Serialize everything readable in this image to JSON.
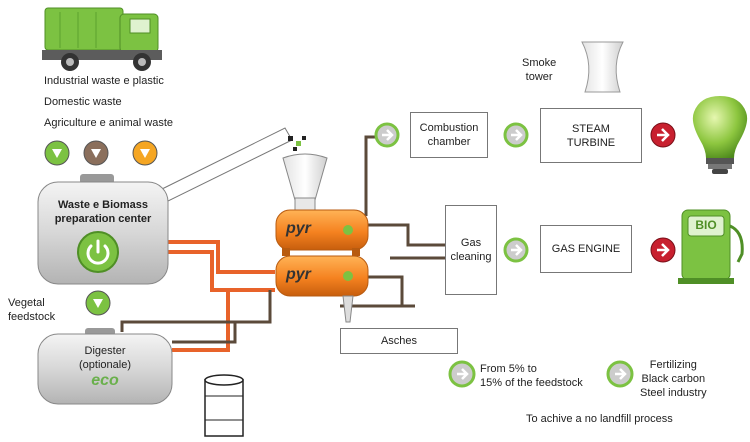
{
  "waste_sources": {
    "industrial": "Industrial waste e plastic",
    "domestic": "Domestic waste",
    "agricultural": "Agriculture e animal waste"
  },
  "preparation_center": {
    "line1": "Waste e Biomass",
    "line2": "preparation center"
  },
  "vegetal": {
    "line1": "Vegetal",
    "line2": "feedstock"
  },
  "digester": {
    "line1": "Digester",
    "line2": "(optionale)",
    "logo": "eco"
  },
  "pyro_logo": "pyr",
  "combustion": {
    "line1": "Combustion",
    "line2": "chamber"
  },
  "steam_turbine": {
    "line1": "STEAM",
    "line2": "TURBINE"
  },
  "smoke_tower": {
    "line1": "Smoke",
    "line2": "tower"
  },
  "gas_cleaning": {
    "line1": "Gas",
    "line2": "cleaning"
  },
  "gas_engine": "GAS ENGINE",
  "bio_label": "BIO",
  "asches": "Asches",
  "feedstock_note": {
    "line1": "From 5% to",
    "line2": "15% of the feedstock"
  },
  "outputs": {
    "line1": "Fertilizing",
    "line2": "Black carbon",
    "line3": "Steel industry"
  },
  "footer": "To achive a no landfill process",
  "colors": {
    "truck_green": "#7cc242",
    "pyro_orange": "#f58220",
    "pipe_brown": "#5b4a3a",
    "pipe_orange": "#e8632a",
    "arrow_red": "#c8202f",
    "bulb_green": "#8dc63f",
    "eco_green": "#6ab04c"
  }
}
